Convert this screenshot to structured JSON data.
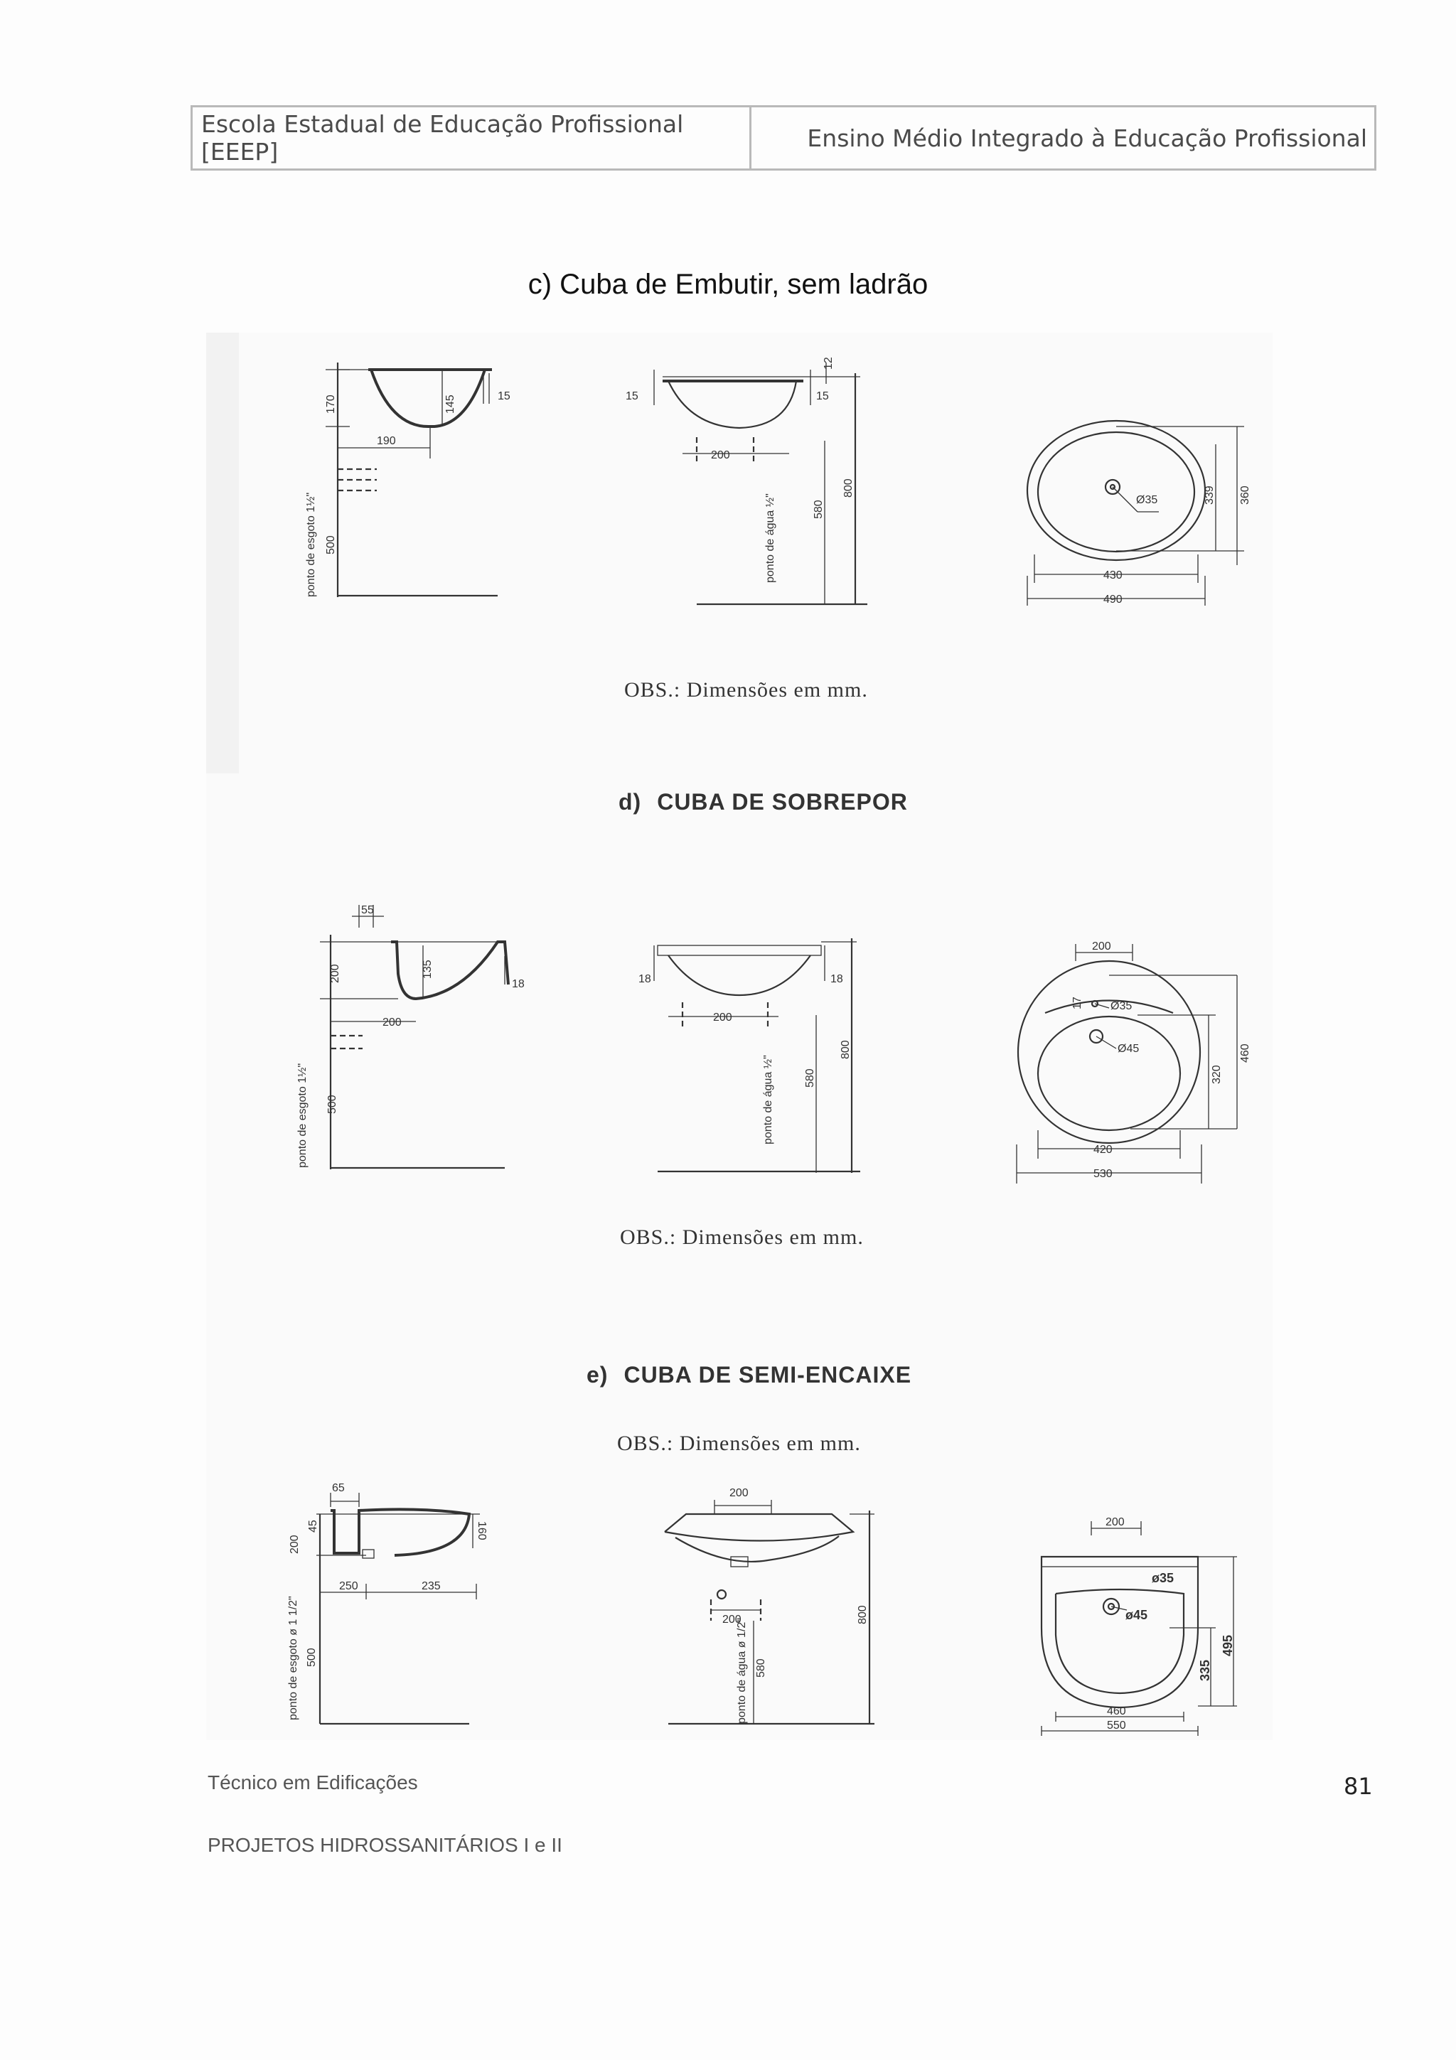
{
  "header": {
    "left": "Escola Estadual de Educação Profissional [EEEP]",
    "right": "Ensino Médio Integrado à Educação Profissional"
  },
  "section_c": {
    "title": "c) Cuba de Embutir, sem ladrão",
    "obs": "OBS.:  Dimensões em mm.",
    "side_label": "ponto de esgoto 1½\"",
    "front_label": "ponto de água ½\"",
    "dims_side": [
      "170",
      "145",
      "15",
      "190",
      "500"
    ],
    "dims_front": [
      "12",
      "15",
      "15",
      "200",
      "580",
      "800"
    ],
    "dims_top": [
      "Ø35",
      "339",
      "360",
      "430",
      "490"
    ]
  },
  "section_d": {
    "letter": "d)",
    "title": "CUBA DE SOBREPOR",
    "obs": "OBS.:  Dimensões em mm.",
    "side_label": "ponto de esgoto 1½\"",
    "front_label": "ponto de água ½\"",
    "dims_side": [
      "55",
      "200",
      "135",
      "18",
      "200",
      "500"
    ],
    "dims_front": [
      "18",
      "18",
      "200",
      "580",
      "800"
    ],
    "dims_top": [
      "200",
      "17",
      "Ø35",
      "Ø45",
      "320",
      "460",
      "420",
      "530"
    ]
  },
  "section_e": {
    "letter": "e)",
    "title": "CUBA DE SEMI-ENCAIXE",
    "obs": "OBS.:  Dimensões em mm.",
    "side_label": "ponto de esgoto ø 1 1/2\"",
    "front_label": "ponto de água ø 1/2\"",
    "dims_side": [
      "65",
      "200",
      "45",
      "160",
      "250",
      "235",
      "500"
    ],
    "dims_front": [
      "200",
      "200",
      "580",
      "800"
    ],
    "dims_top": [
      "200",
      "ø35",
      "ø45",
      "335",
      "495",
      "460",
      "550"
    ]
  },
  "footer": {
    "course": "Técnico em Edificações",
    "subject": "PROJETOS HIDROSSANITÁRIOS I e II",
    "page": "81"
  }
}
